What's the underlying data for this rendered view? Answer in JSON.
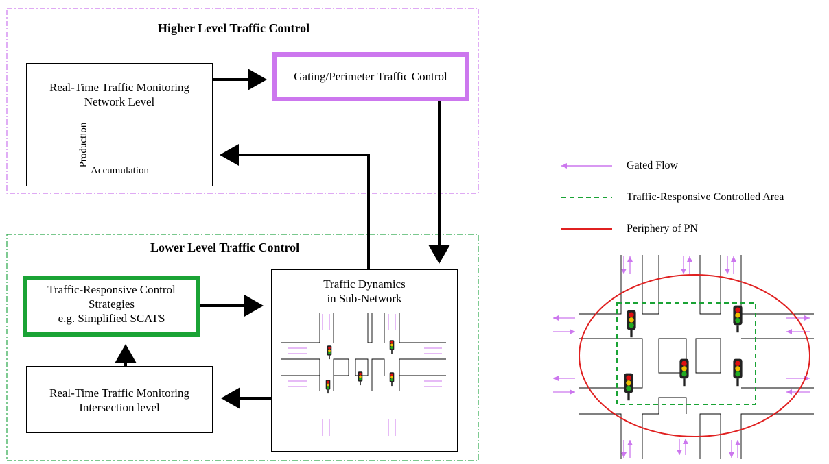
{
  "higher": {
    "title": "Higher Level Traffic Control",
    "monitor": {
      "line1": "Real-Time Traffic Monitoring",
      "line2": "Network Level"
    },
    "mfd": {
      "ylabel": "Production",
      "xlabel": "Accumulation"
    },
    "gating": {
      "label": "Gating/Perimeter Traffic Control"
    }
  },
  "lower": {
    "title": "Lower Level Traffic Control",
    "strategies": {
      "line1": "Traffic-Responsive Control",
      "line2": "Strategies",
      "line3": "e.g. Simplified SCATS"
    },
    "monitor": {
      "line1": "Real-Time Traffic Monitoring",
      "line2": "Intersection level"
    },
    "dynamics": {
      "line1": "Traffic Dynamics",
      "line2": "in Sub-Network"
    }
  },
  "legend": {
    "gated_flow": "Gated Flow",
    "controlled_area": "Traffic-Responsive Controlled Area",
    "periphery": "Periphery of PN"
  },
  "colors": {
    "gated": "#cc77ee",
    "gating_border": "#cc77ee",
    "green": "#1aa335",
    "red": "#e02020",
    "higher_region": "#cc77ee",
    "lower_region": "#2aa84a"
  },
  "icons": [
    "traffic-light-icon",
    "arrow-icon"
  ]
}
